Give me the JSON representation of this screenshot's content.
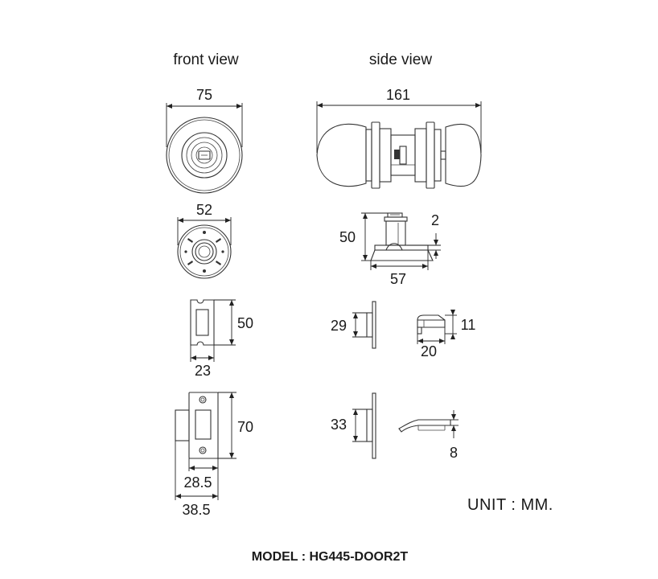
{
  "headers": {
    "front": "front view",
    "side": "side view"
  },
  "dims": {
    "knob_width": "75",
    "overall_length": "161",
    "rose_diameter": "52",
    "latch_height": "50",
    "latch_offset": "2",
    "latch_length": "57",
    "strike_height": "50",
    "strike_width": "23",
    "plate_side_height": "29",
    "bolt_height": "11",
    "bolt_length": "20",
    "face_plate_height": "70",
    "face_plate_inner": "28.5",
    "face_plate_outer": "38.5",
    "face_plate_side": "33",
    "face_plate_thickness": "8"
  },
  "unit": "UNIT : MM.",
  "model": "MODEL : HG445-DOOR2T"
}
